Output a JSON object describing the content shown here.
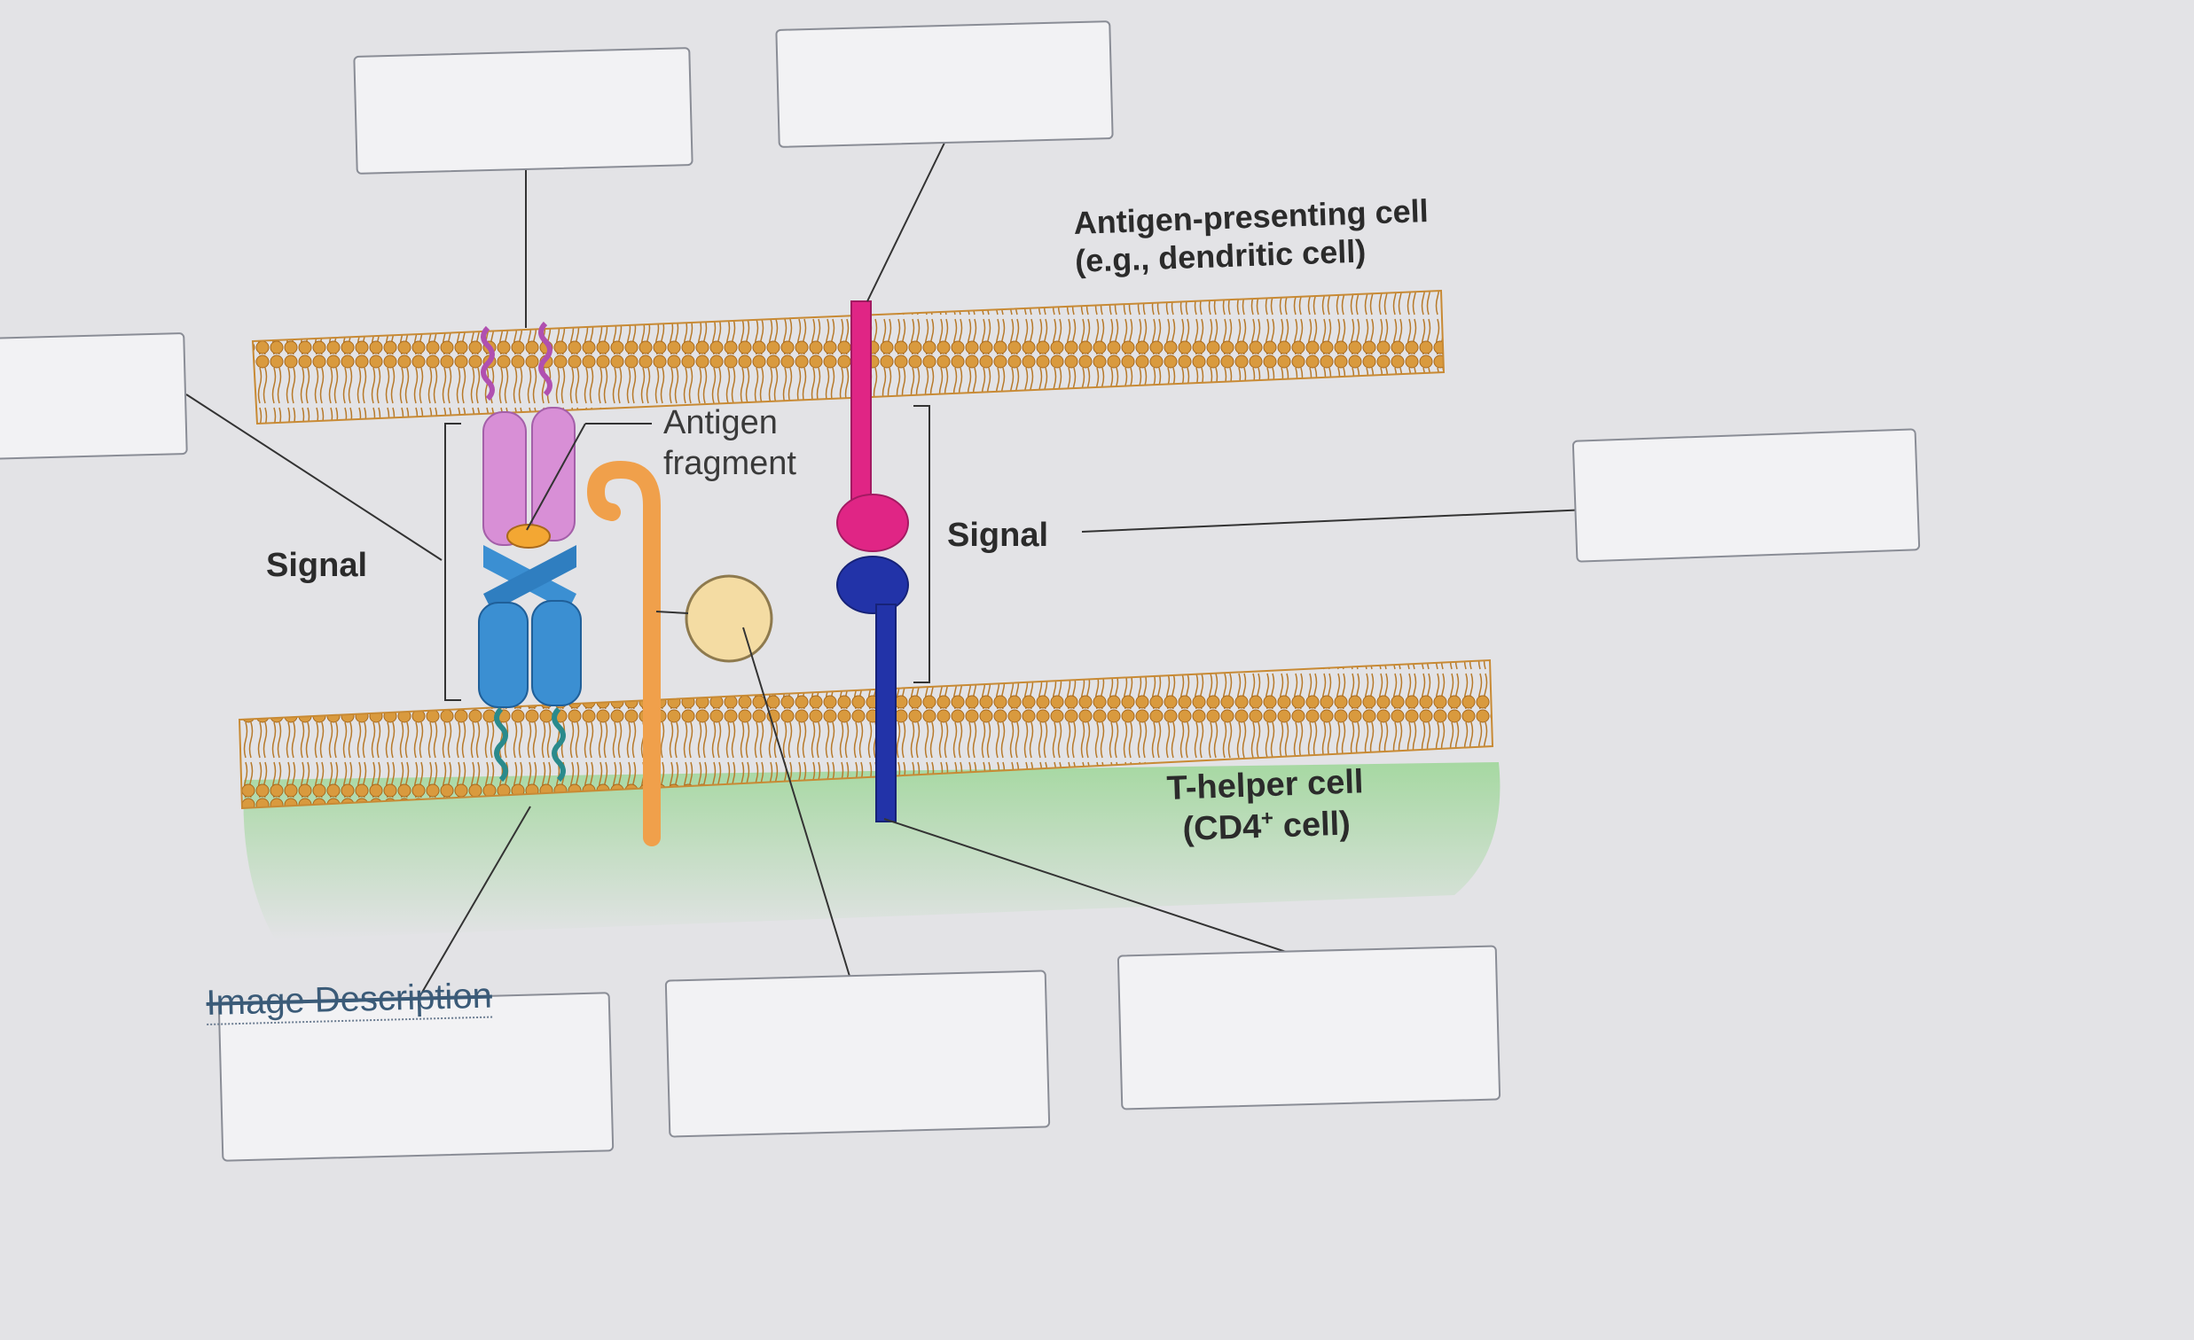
{
  "labels": {
    "antigen_presenting_cell_line1": "Antigen-presenting cell",
    "antigen_presenting_cell_line2": "(e.g., dendritic cell)",
    "t_helper_cell_line1": "T-helper cell",
    "t_helper_cell_line2_prefix": "(CD4",
    "t_helper_cell_line2_sup": "+",
    "t_helper_cell_line2_suffix": " cell)",
    "antigen_fragment_line1": "Antigen",
    "antigen_fragment_line2": "fragment",
    "signal_left": "Signal",
    "signal_right": "Signal"
  },
  "image_description_link": "Image Description",
  "drop_boxes": [
    "",
    "",
    "",
    "",
    "",
    "",
    ""
  ],
  "colors": {
    "background": "#e3e3e6",
    "membrane": "#d99a3e",
    "mhc_pink": "#d88fd6",
    "tcr_blue": "#3b8fd2",
    "cd4_orange": "#f0a04b",
    "b7_magenta": "#e02585",
    "cd28_blue": "#2233a8",
    "t_cell_cytoplasm": "#a9dba4",
    "antigen_fragment": "#f3a733",
    "cytokine": "#f4dca3"
  }
}
